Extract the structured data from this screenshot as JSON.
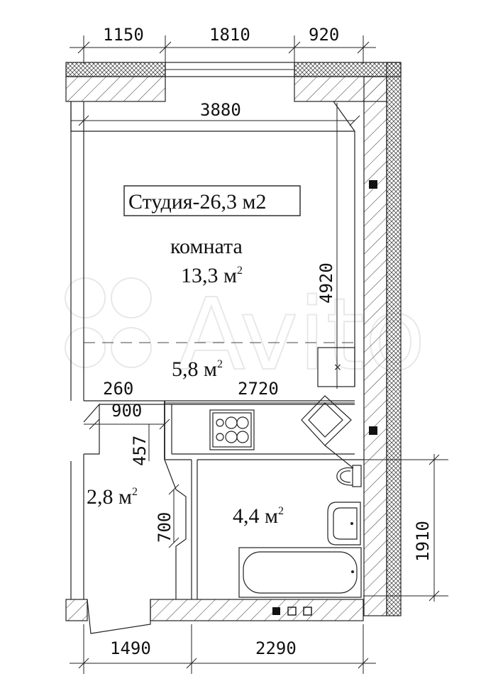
{
  "plan": {
    "title": "Студия-26,3 м2",
    "rooms": {
      "main": {
        "name": "комната",
        "area": "13,3 м",
        "sup": "2"
      },
      "kitchen": {
        "area": "5,8 м",
        "sup": "2"
      },
      "hall": {
        "area": "2,8 м",
        "sup": "2"
      },
      "bath": {
        "area": "4,4 м",
        "sup": "2"
      }
    },
    "dimensions": {
      "top_left": "1150",
      "top_mid": "1810",
      "top_right": "920",
      "width_main": "3880",
      "height_main": "4920",
      "kitchen_len": "2720",
      "d260": "260",
      "d900": "900",
      "d457": "457",
      "d700": "700",
      "d1910": "1910",
      "bottom_left": "1490",
      "bottom_right": "2290"
    },
    "watermark": "Avito"
  }
}
